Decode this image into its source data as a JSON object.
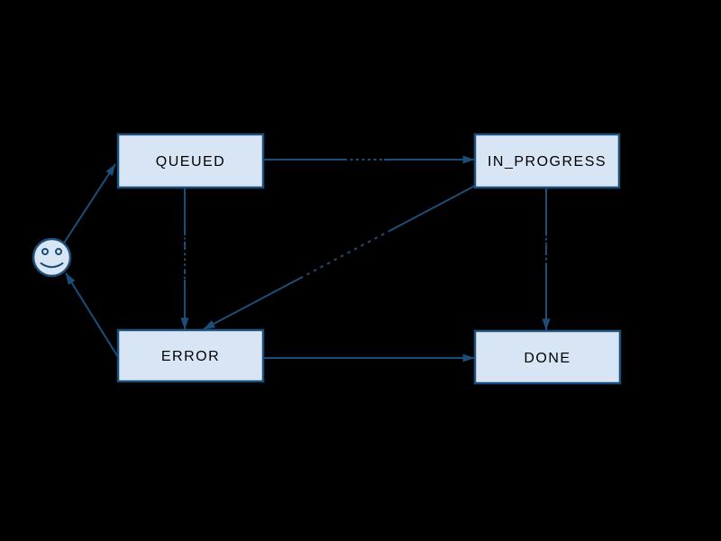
{
  "diagram": {
    "background_color": "#000000",
    "line_color": "#1d4e79",
    "node_fill_color": "#d7e5f4",
    "node_text_color": "#000000",
    "nodes": [
      {
        "id": "queued",
        "label": "QUEUED"
      },
      {
        "id": "in_progress",
        "label": "IN_PROGRESS"
      },
      {
        "id": "error",
        "label": "ERROR"
      },
      {
        "id": "done",
        "label": "DONE"
      }
    ],
    "start_node": {
      "icon": "smiley-face-icon"
    },
    "edges": [
      {
        "from": "smiley-face",
        "to": "QUEUED",
        "label_obscured": false
      },
      {
        "from": "QUEUED",
        "to": "IN_PROGRESS",
        "label_obscured": true
      },
      {
        "from": "QUEUED",
        "to": "ERROR",
        "label_obscured": true
      },
      {
        "from": "IN_PROGRESS",
        "to": "ERROR",
        "label_obscured": true
      },
      {
        "from": "IN_PROGRESS",
        "to": "DONE",
        "label_obscured": true
      },
      {
        "from": "ERROR",
        "to": "DONE",
        "label_obscured": false
      },
      {
        "from": "ERROR",
        "to": "smiley-face",
        "label_obscured": false
      }
    ]
  }
}
